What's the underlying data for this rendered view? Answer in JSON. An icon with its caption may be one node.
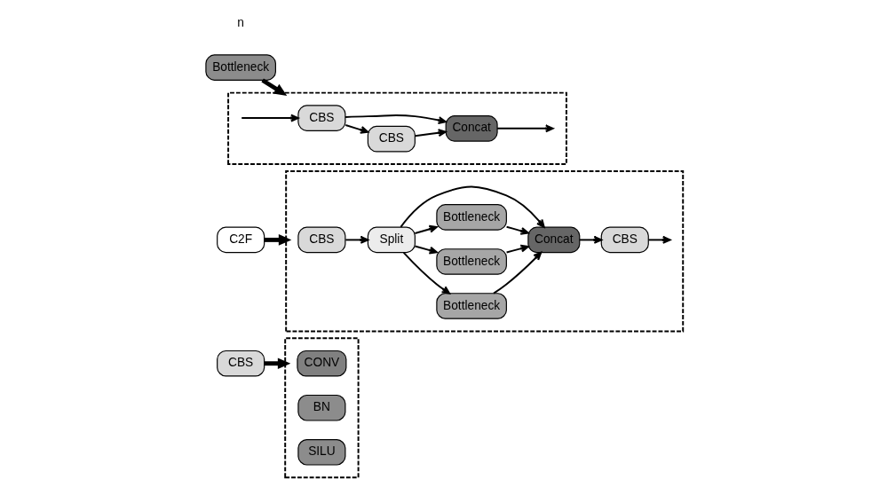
{
  "diagram": {
    "nodes": [
      {
        "text": [
          "CBS"
        ]
      },
      {
        "text": [],
        "shape": "box"
      },
      {
        "text": [
          "CONV"
        ],
        "in": 1
      },
      {
        "text": [
          "BN"
        ],
        "in": 1
      },
      {
        "text": [
          "SILU"
        ],
        "in": 1
      },
      {
        "text": [
          "C2F"
        ]
      },
      {
        "text": [],
        "shape": "box"
      },
      {
        "text": [
          "CBS"
        ],
        "in": 6
      },
      {
        "text": [
          "Split"
        ],
        "in": 6
      },
      {
        "text": [
          "Bottleneck"
        ],
        "in": 6
      },
      {
        "text": [
          "Bottleneck"
        ],
        "in": 6
      },
      {
        "text": [
          "Bottleneck"
        ],
        "in": 6
      },
      {
        "text": [
          "Concat"
        ],
        "in": 6
      },
      {
        "text": [
          "CBS"
        ],
        "in": 6
      },
      {
        "text": [
          "Bottleneck"
        ]
      },
      {
        "text": [],
        "shape": "box"
      },
      {
        "text": [
          "CBS"
        ],
        "in": 15
      },
      {
        "text": [
          "CBS"
        ],
        "in": 15
      },
      {
        "text": [
          "Concat"
        ],
        "in": 15
      }
    ],
    "edges": [
      {
        "from": 0,
        "to": 1,
        "arrow": "to",
        "style": "thick"
      },
      {
        "from": 5,
        "to": 6,
        "arrow": "to",
        "style": "thick"
      },
      {
        "from": 7,
        "to": 8,
        "arrow": "to"
      },
      {
        "from": 8,
        "to": 9,
        "arrow": "to"
      },
      {
        "from": 8,
        "to": 10,
        "arrow": "to"
      },
      {
        "from": 8,
        "to": 11,
        "arrow": "to"
      },
      {
        "from": 9,
        "to": 12,
        "arrow": "to"
      },
      {
        "from": 10,
        "to": 12,
        "arrow": "to"
      },
      {
        "from": 11,
        "to": 12,
        "arrow": "to"
      },
      {
        "from": 8,
        "to": 12,
        "arrow": "to"
      },
      {
        "from": 12,
        "to": 13,
        "arrow": "to"
      },
      {
        "from": 13,
        "to": null,
        "arrow": "to"
      },
      {
        "from": 14,
        "to": 15,
        "arrow": "to",
        "style": "thick"
      },
      {
        "from": null,
        "to": 16,
        "arrow": "to"
      },
      {
        "from": 16,
        "to": 17,
        "arrow": "to"
      },
      {
        "from": 17,
        "to": 18,
        "arrow": "to"
      },
      {
        "from": 16,
        "to": 18,
        "arrow": "to"
      },
      {
        "from": 18,
        "to": null,
        "arrow": "to"
      }
    ],
    "labels": [
      "n"
    ]
  }
}
